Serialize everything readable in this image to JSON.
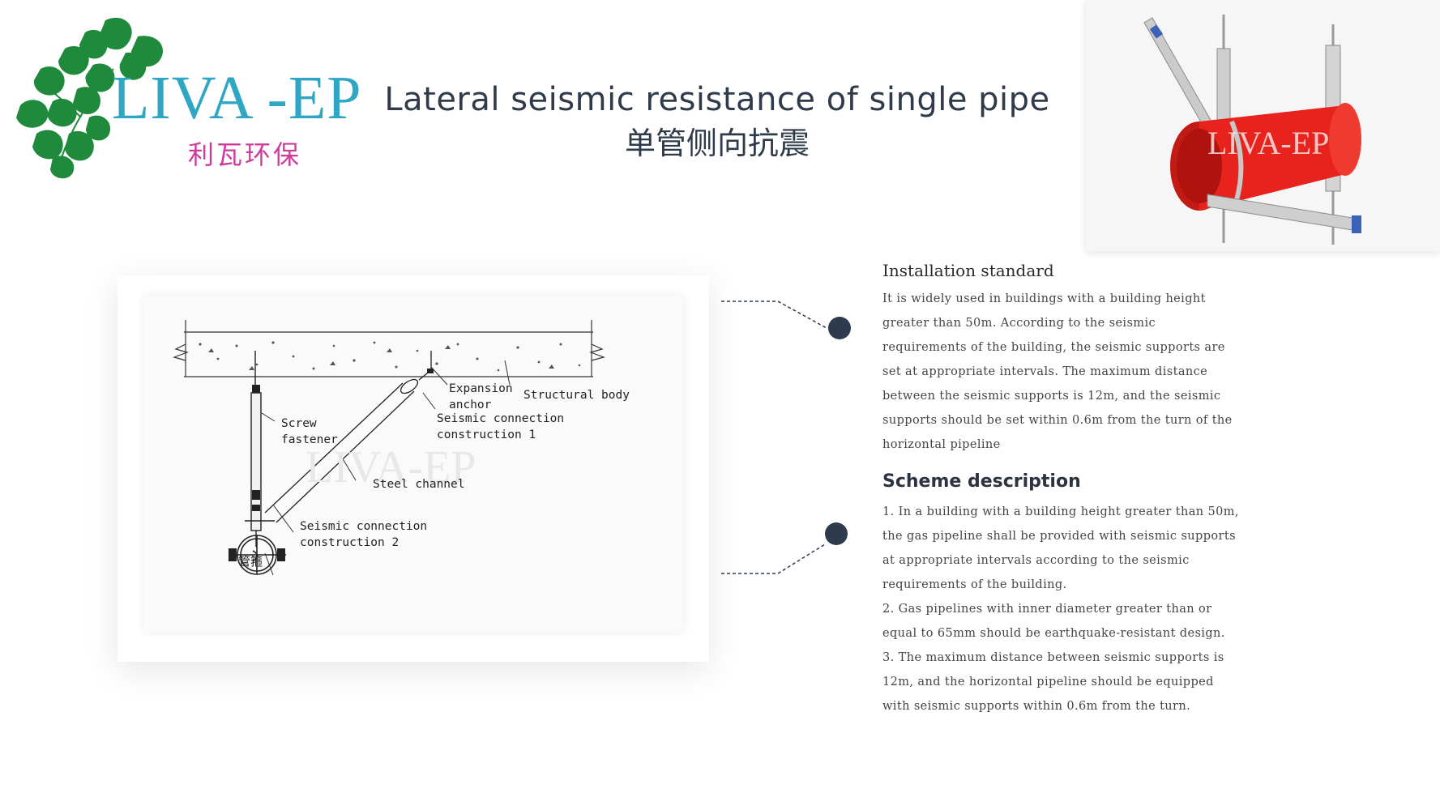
{
  "logo": {
    "brand": "LIVA -EP",
    "brand_cn": "利瓦环保",
    "brand_color": "#2ea6c4",
    "brand_cn_color": "#d03a9e",
    "leaf_color": "#1f8a3c"
  },
  "title": {
    "en": "Lateral seismic resistance of single pipe",
    "cn": "单管侧向抗震",
    "color": "#2f3a4a"
  },
  "photo": {
    "watermark": "LIVA-EP",
    "pipe_color": "#e8231d"
  },
  "diagram": {
    "labels": {
      "expansion_anchor": "Expansion\nanchor",
      "structural_body": "Structural body",
      "screw_fastener": "Screw\nfastener",
      "seismic_connection_1": "Seismic connection\nconstruction 1",
      "steel_channel": "Steel channel",
      "seismic_connection_2": "Seismic connection\nconstruction 2",
      "pipe_clamp_cn": "管箍"
    },
    "watermark": "LIVA-EP"
  },
  "installation": {
    "heading": "Installation standard",
    "text": "It is widely used in buildings with a building height greater than 50m. According to the seismic requirements of the building, the seismic supports are set at appropriate intervals. The maximum distance between the seismic supports is 12m, and the seismic supports should be set within 0.6m from the turn of the horizontal pipeline"
  },
  "scheme": {
    "heading": "Scheme description",
    "items": [
      "1. In a building with a building height greater than 50m, the gas pipeline shall be provided with seismic supports at appropriate intervals according to the seismic requirements of the building.",
      "2. Gas pipelines with inner diameter greater than or equal to 65mm should be earthquake-resistant design.",
      "3. The maximum distance between seismic supports is 12m, and the horizontal pipeline should be equipped with seismic supports within 0.6m from the turn."
    ]
  },
  "colors": {
    "dot": "#2e3a4d",
    "connector": "#2e3a4d"
  }
}
